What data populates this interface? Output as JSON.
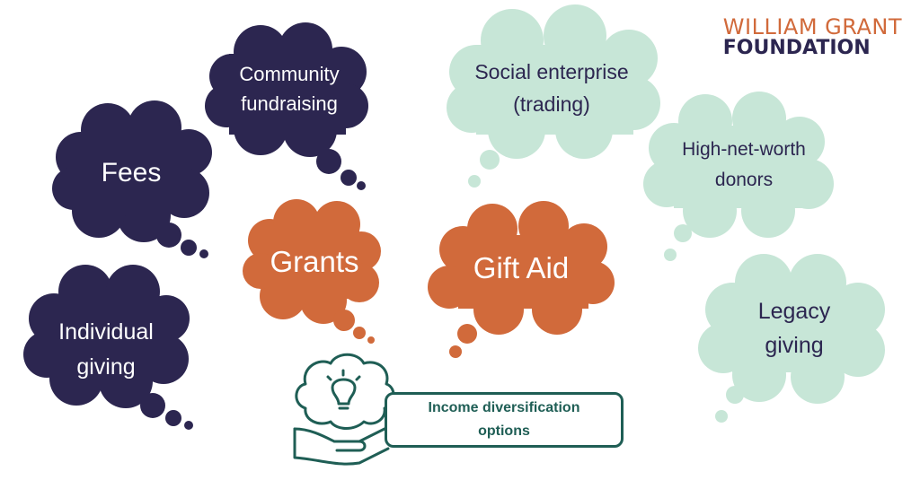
{
  "logo": {
    "line1": "WILLIAM GRANT",
    "line2": "FOUNDATION"
  },
  "clouds": {
    "community": {
      "line1": "Community",
      "line2": "fundraising"
    },
    "fees": {
      "line1": "Fees"
    },
    "individual": {
      "line1": "Individual",
      "line2": "giving"
    },
    "grants": {
      "line1": "Grants"
    },
    "giftaid": {
      "line1": "Gift Aid"
    },
    "social": {
      "line1": "Social enterprise",
      "line2": "(trading)"
    },
    "hnw": {
      "line1": "High-net-worth",
      "line2": "donors"
    },
    "legacy": {
      "line1": "Legacy",
      "line2": "giving"
    }
  },
  "center_label": "Income diversification options",
  "colors": {
    "navy": "#2c2650",
    "orange": "#d16a3b",
    "mint": "#c7e6d7",
    "teal": "#1f5e55"
  }
}
